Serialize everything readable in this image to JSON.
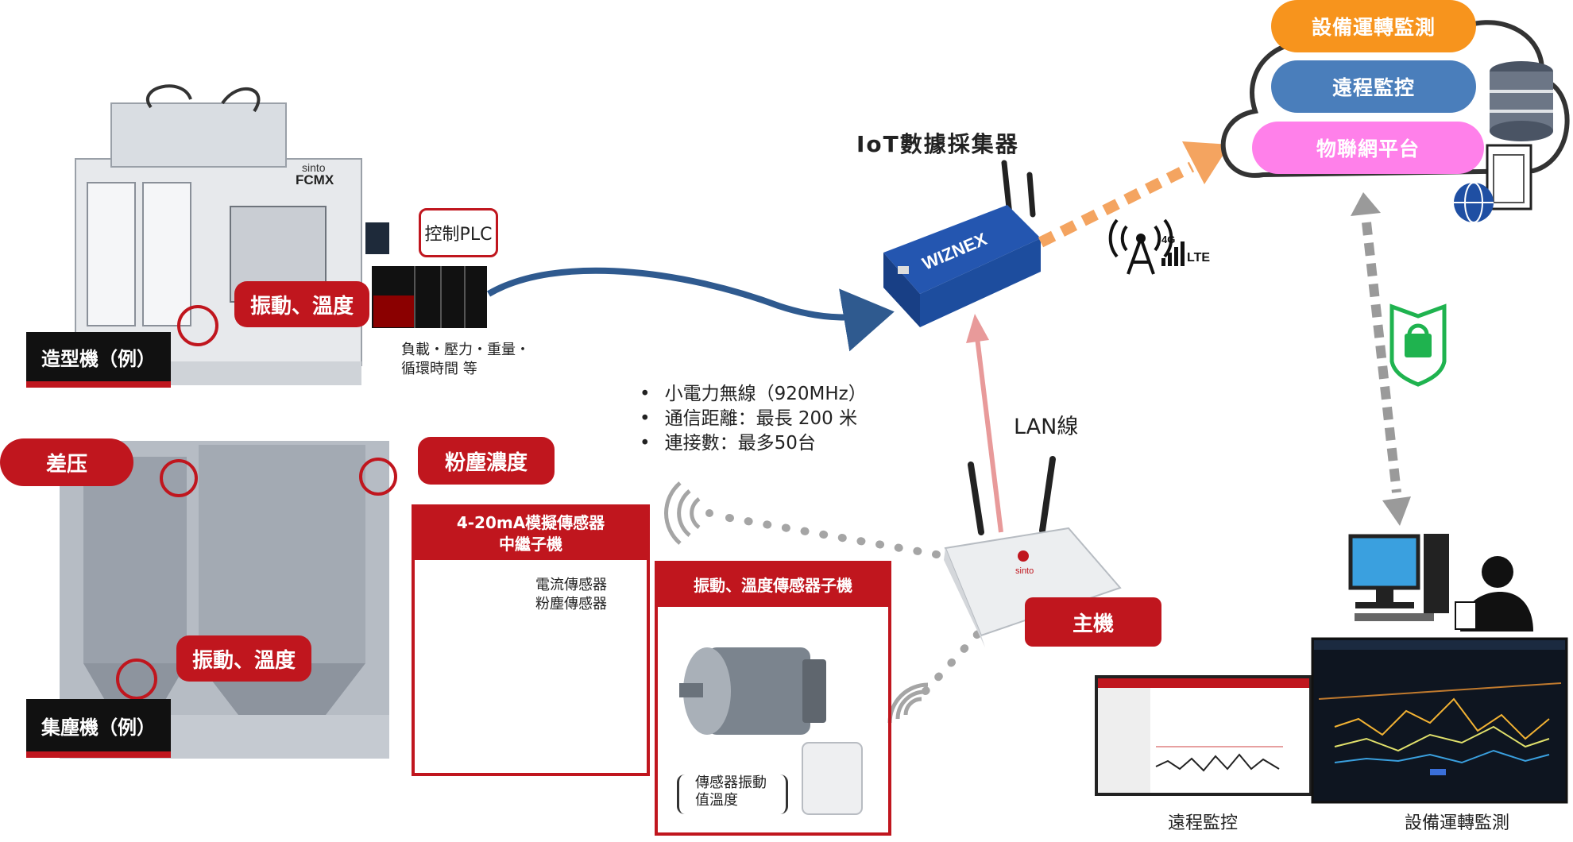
{
  "cloud": {
    "items": [
      {
        "label": "設備運轉監測",
        "color": "#f7941d"
      },
      {
        "label": "遠程監控",
        "color": "#4a7ebb"
      },
      {
        "label": "物聯網平台",
        "color": "#ff80ea"
      }
    ]
  },
  "iot": {
    "title": "IoT數據採集器",
    "device_brand": "WIZNEX"
  },
  "network": {
    "lte_label": "4G",
    "lte_sub": "LTE",
    "lan_label": "LAN線"
  },
  "plc": {
    "label": "控制PLC",
    "note_line1": "負載・壓力・重量・",
    "note_line2": "循環時間  等"
  },
  "molding_machine": {
    "sensor_tag": "振動、溫度",
    "caption": "造型機（例）",
    "brand_top": "sinto",
    "brand_model": "FCMX"
  },
  "dust_collector": {
    "diff_pressure_tag": "差压",
    "dust_tag": "粉塵濃度",
    "sensor_tag": "振動、溫度",
    "caption": "集塵機（例）"
  },
  "wireless_specs": [
    "小電力無線（920MHz）",
    "通信距離：最長 200 米",
    "連接數：最多50台"
  ],
  "analog_panel": {
    "title_line1": "4-20mA模擬傳感器",
    "title_line2": "中繼子機",
    "sensor_line1": "電流傳感器",
    "sensor_line2": "粉塵傳感器"
  },
  "vib_panel": {
    "title": "振動、溫度傳感器子機",
    "note_line1": "傳感器振動",
    "note_line2": "值溫度"
  },
  "host": {
    "label": "主機",
    "brand": "sinto"
  },
  "screens": {
    "remote_label": "遠程監控",
    "monitoring_label": "設備運轉監測"
  },
  "colors": {
    "accent_red": "#c0161e",
    "arrow_blue": "#2f5a8f",
    "arrow_orange": "#f4a460",
    "lan_pink": "#e89a9a",
    "secure_green": "#1fb34f"
  }
}
